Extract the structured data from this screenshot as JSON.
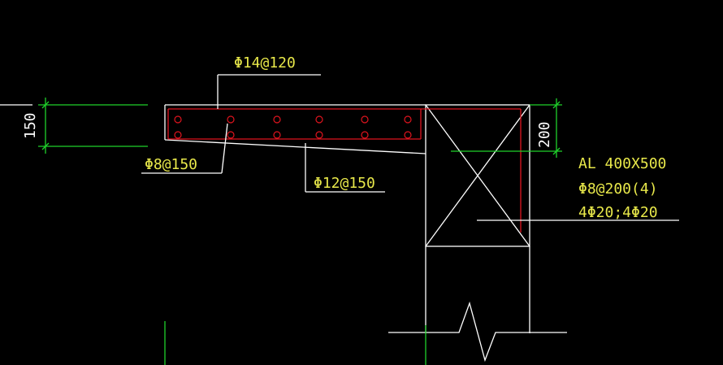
{
  "labels": {
    "top_rebar": "Φ14@120",
    "dist_rebar": "Φ8@150",
    "bottom_rebar": "Φ12@150",
    "beam_name": "AL 400X500",
    "beam_stirrup": "Φ8@200(4)",
    "beam_main_rebar": "4Φ20;4Φ20"
  },
  "dimensions": {
    "slab_thickness": "150",
    "beam_width": "200"
  },
  "colors": {
    "background": "#000000",
    "outline": "#ffffff",
    "dimension": "#1fd12b",
    "rebar": "#e0141e",
    "annotation_text": "#e8e84a"
  }
}
